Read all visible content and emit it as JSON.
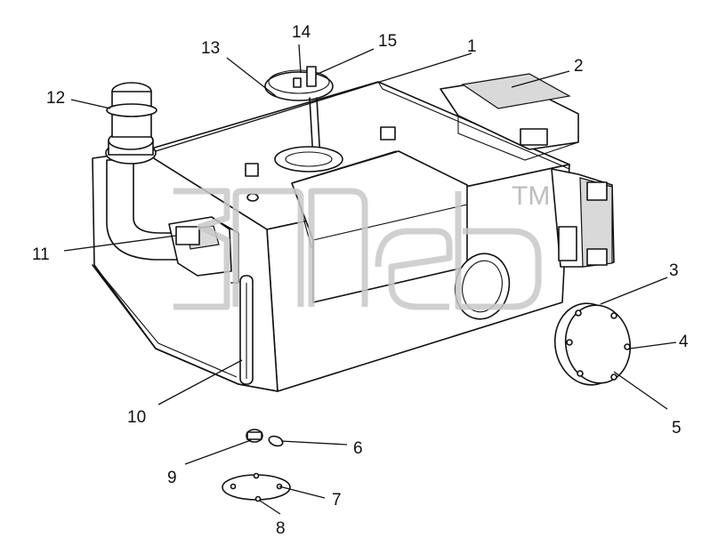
{
  "watermark": {
    "trademark": "TM"
  },
  "callouts": [
    {
      "id": "1",
      "text": "1"
    },
    {
      "id": "2",
      "text": "2"
    },
    {
      "id": "3",
      "text": "3"
    },
    {
      "id": "4",
      "text": "4"
    },
    {
      "id": "5",
      "text": "5"
    },
    {
      "id": "6",
      "text": "6"
    },
    {
      "id": "7",
      "text": "7"
    },
    {
      "id": "8",
      "text": "8"
    },
    {
      "id": "9",
      "text": "9"
    },
    {
      "id": "10",
      "text": "10"
    },
    {
      "id": "11",
      "text": "11"
    },
    {
      "id": "12",
      "text": "12"
    },
    {
      "id": "13",
      "text": "13"
    },
    {
      "id": "14",
      "text": "14"
    },
    {
      "id": "15",
      "text": "15"
    }
  ]
}
